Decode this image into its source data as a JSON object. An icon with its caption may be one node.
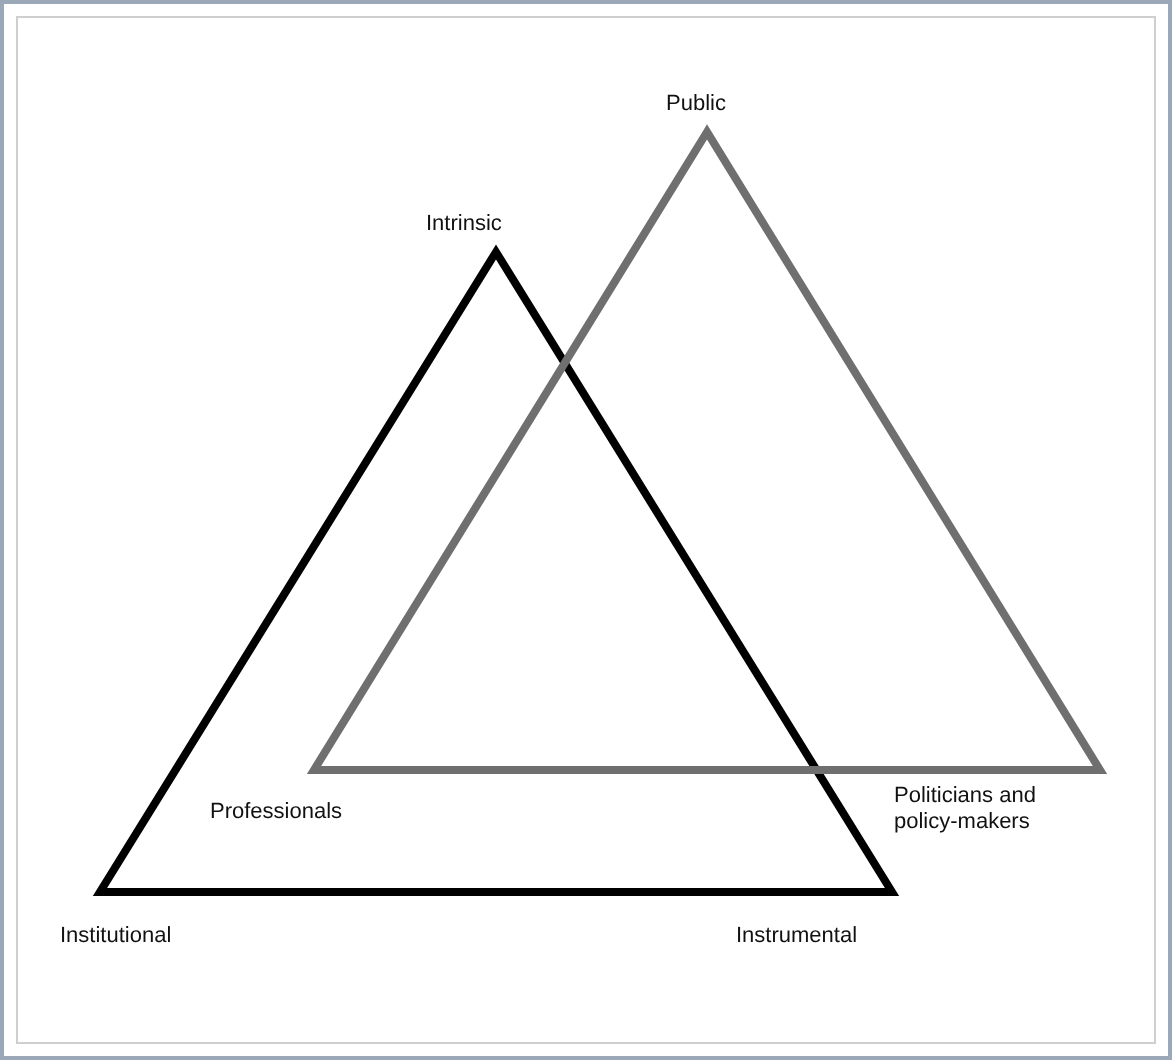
{
  "diagram": {
    "nodes": [
      {
        "text": [],
        "shape": "triangle"
      },
      {
        "text": [],
        "shape": "triangle"
      }
    ],
    "labels": [
      "Public",
      "Intrinsic",
      "Professionals",
      "Politicians and policy-makers",
      "Institutional",
      "Instrumental"
    ]
  }
}
